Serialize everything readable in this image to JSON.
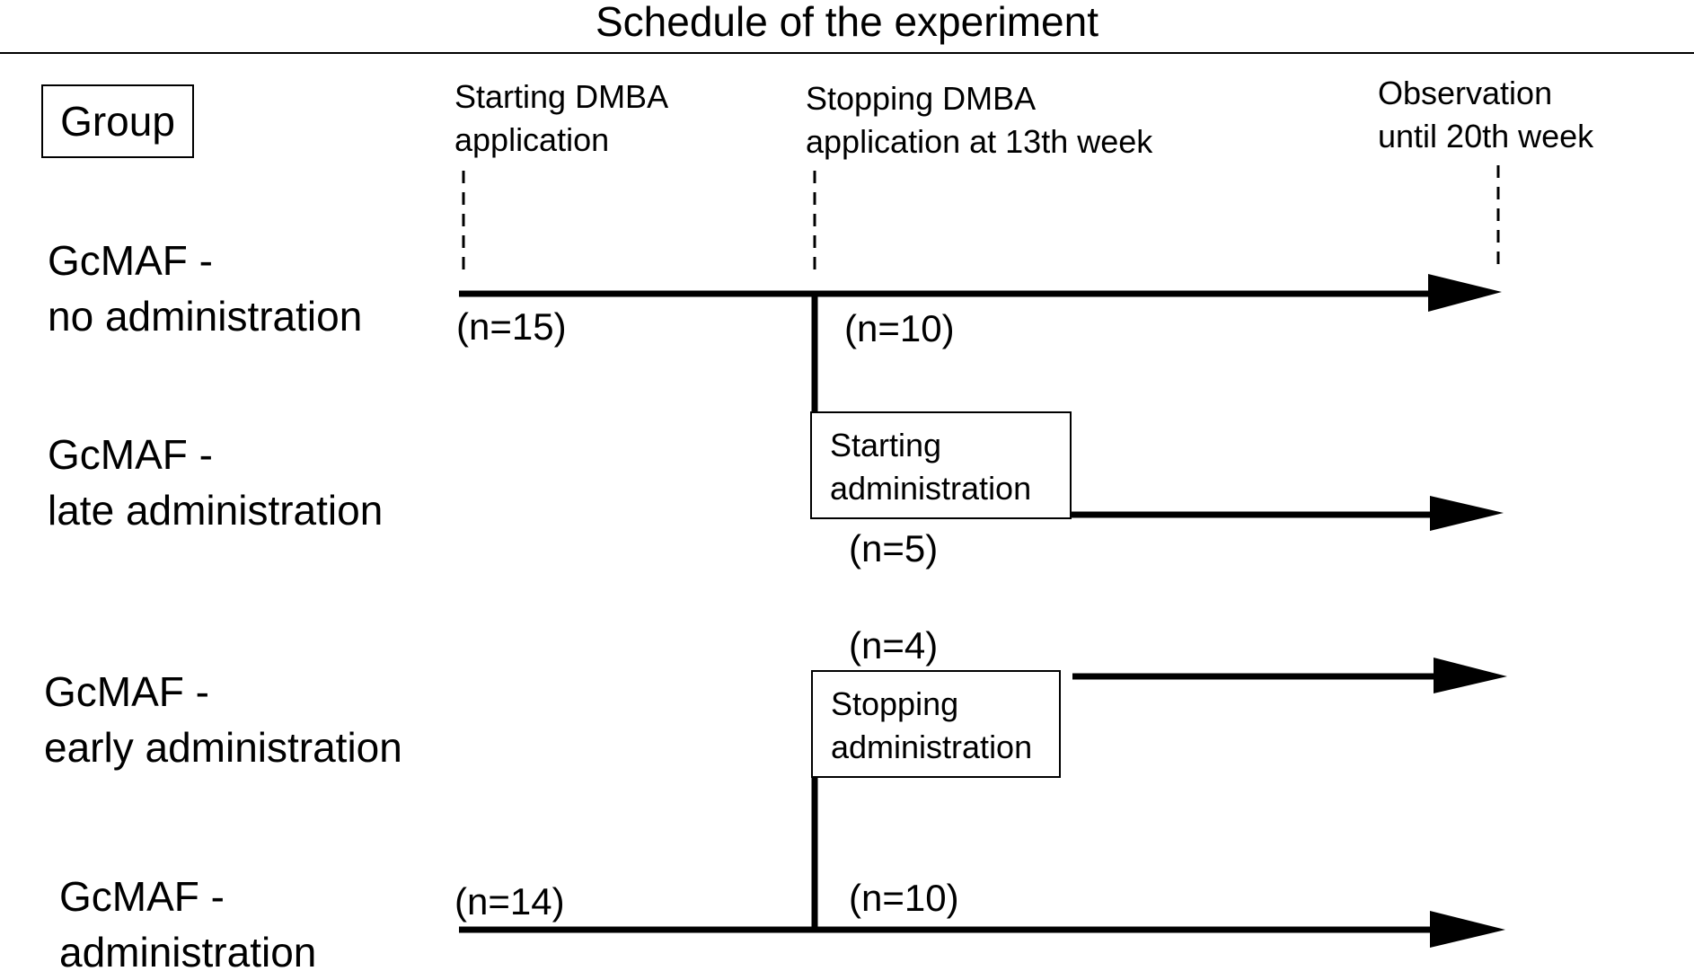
{
  "title": "Schedule of the experiment",
  "group_header": "Group",
  "columns": [
    {
      "line1": "Starting  DMBA",
      "line2": "application"
    },
    {
      "line1": "Stopping DMBA",
      "line2": "application at 13th week"
    },
    {
      "line1": "Observation",
      "line2": "until 20th week"
    }
  ],
  "groups": [
    {
      "line1": "GcMAF -",
      "line2": "no administration"
    },
    {
      "line1": "GcMAF -",
      "line2": "late administration"
    },
    {
      "line1": "GcMAF -",
      "line2": "early administration"
    },
    {
      "line1": "GcMAF -",
      "line2": "administration"
    }
  ],
  "counts": {
    "no_admin_before": "(n=15)",
    "no_admin_after": "(n=10)",
    "late_admin": "(n=5)",
    "early_admin": "(n=4)",
    "admin_before": "(n=14)",
    "admin_after": "(n=10)"
  },
  "boxes": {
    "starting": {
      "line1": "Starting",
      "line2": "administration"
    },
    "stopping": {
      "line1": "Stopping",
      "line2": "administration"
    }
  }
}
